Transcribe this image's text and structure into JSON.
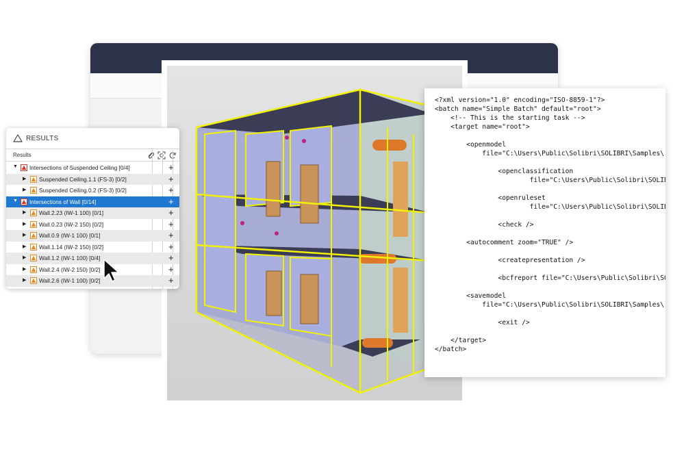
{
  "results_panel": {
    "title": "RESULTS",
    "column_header": "Results",
    "column_icons": [
      "paperclip-icon",
      "viewpoint-icon",
      "refresh-icon"
    ],
    "rows": [
      {
        "label": "Intersections of Suspended Ceiling [0/4]",
        "level": 0,
        "expanded": true,
        "icon": "warning-icon",
        "style": "normal"
      },
      {
        "label": "Suspended Ceiling.1.1 (FS-3) [0/2]",
        "level": 1,
        "expanded": false,
        "icon": "warning-icon",
        "style": "alt"
      },
      {
        "label": "Suspended Ceiling.0.2 (FS-3) [0/2]",
        "level": 1,
        "expanded": false,
        "icon": "warning-icon",
        "style": "normal"
      },
      {
        "label": "Intersections of Wall [0/14]",
        "level": 0,
        "expanded": true,
        "icon": "warning-icon",
        "style": "selected"
      },
      {
        "label": "Wall.2.23 (IW-1 100) [0/1]",
        "level": 1,
        "expanded": false,
        "icon": "warning-icon",
        "style": "alt"
      },
      {
        "label": "Wall.0.23 (IW-2 150) [0/2]",
        "level": 1,
        "expanded": false,
        "icon": "warning-icon",
        "style": "normal"
      },
      {
        "label": "Wall.0.9 (IW-1 100) [0/1]",
        "level": 1,
        "expanded": false,
        "icon": "warning-icon",
        "style": "alt"
      },
      {
        "label": "Wall.1.14 (IW-2 150) [0/2]",
        "level": 1,
        "expanded": false,
        "icon": "warning-icon",
        "style": "normal"
      },
      {
        "label": "Wall.1.2 (IW-1 100) [0/4]",
        "level": 1,
        "expanded": false,
        "icon": "warning-icon",
        "style": "alt"
      },
      {
        "label": "Wall.2.4 (IW-2 150) [0/2]",
        "level": 1,
        "expanded": false,
        "icon": "warning-icon",
        "style": "normal"
      },
      {
        "label": "Wall.2.6 (IW-1 100) [0/2]",
        "level": 1,
        "expanded": false,
        "icon": "warning-icon",
        "style": "alt"
      }
    ],
    "add_label": "+"
  },
  "xml_code": {
    "lines": [
      "<?xml version=\"1.0\" encoding=\"ISO-8859-1\"?>",
      "<batch name=\"Simple Batch\" default=\"root\">",
      "    <!-- This is the starting task -->",
      "    <target name=\"root\">",
      "",
      "        <openmodel",
      "            file=\"C:\\Users\\Public\\Solibri\\SOLIBRI\\Samples\\",
      "",
      "                <openclassification",
      "                        file=\"C:\\Users\\Public\\Solibri\\SOLIBRI\\",
      "",
      "                <openruleset",
      "                        file=\"C:\\Users\\Public\\Solibri\\SOLIBRI\\",
      "",
      "                <check />",
      "",
      "        <autocomment zoom=\"TRUE\" />",
      "",
      "                <createpresentation />",
      "",
      "                <bcfreport file=\"C:\\Users\\Public\\Solibri\\SOLIBRI\\",
      "",
      "        <savemodel",
      "            file=\"C:\\Users\\Public\\Solibri\\SOLIBRI\\Samples\\",
      "",
      "                <exit />",
      "",
      "    </target>",
      "</batch>"
    ]
  },
  "colors": {
    "titlebar": "#2c3247",
    "selection": "#1f78d1",
    "model_edge": "#f2f200",
    "warning_red": "#d9342b",
    "warning_orange": "#e88a22"
  }
}
